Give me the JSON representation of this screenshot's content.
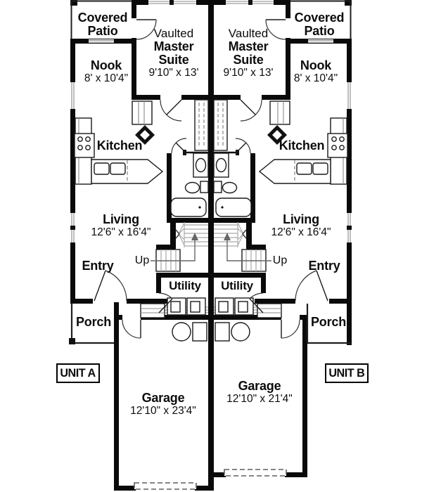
{
  "plan": {
    "unit_a": {
      "badge": "UNIT A",
      "patio_l1": "Covered",
      "patio_l2": "Patio",
      "master_l1": "Vaulted",
      "master_l2": "Master",
      "master_l3": "Suite",
      "master_dims": "9'10\" x 13'",
      "nook_name": "Nook",
      "nook_dims": "8' x 10'4\"",
      "kitchen_name": "Kitchen",
      "living_name": "Living",
      "living_dims": "12'6\" x 16'4\"",
      "entry_name": "Entry",
      "up_label": "Up",
      "utility_name": "Utility",
      "porch_name": "Porch",
      "garage_name": "Garage",
      "garage_dims": "12'10\" x 23'4\""
    },
    "unit_b": {
      "badge": "UNIT B",
      "patio_l1": "Covered",
      "patio_l2": "Patio",
      "master_l1": "Vaulted",
      "master_l2": "Master",
      "master_l3": "Suite",
      "master_dims": "9'10\" x 13'",
      "nook_name": "Nook",
      "nook_dims": "8' x 10'4\"",
      "kitchen_name": "Kitchen",
      "living_name": "Living",
      "living_dims": "12'6\" x 16'4\"",
      "entry_name": "Entry",
      "up_label": "Up",
      "utility_name": "Utility",
      "porch_name": "Porch",
      "garage_name": "Garage",
      "garage_dims": "12'10\" x 21'4\""
    }
  }
}
